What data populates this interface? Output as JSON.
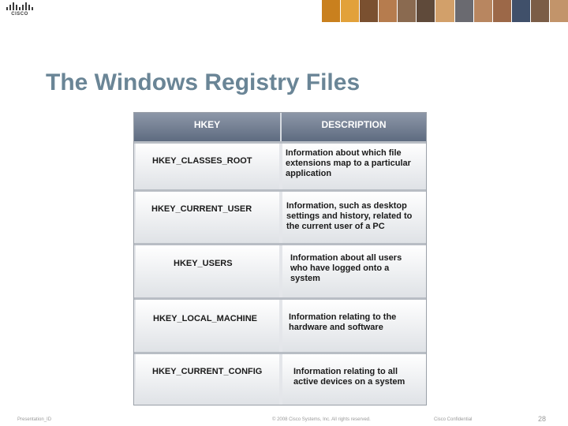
{
  "header": {
    "logo_text": "CISCO",
    "photo_strip_colors": [
      "#c9801e",
      "#e2a13a",
      "#7a5030",
      "#b67c4e",
      "#8a6a50",
      "#5f4a3a",
      "#d2a06a",
      "#6a6a70",
      "#b88660",
      "#9c6848",
      "#40506a",
      "#7b5d47",
      "#c2946a"
    ]
  },
  "slide": {
    "title": "The Windows Registry Files"
  },
  "registry_table": {
    "columns": {
      "key": "HKEY",
      "description": "DESCRIPTION"
    },
    "rows": [
      {
        "key": "HKEY_CLASSES_ROOT",
        "description": "Information about which file extensions map to a particular application"
      },
      {
        "key": "HKEY_CURRENT_USER",
        "description": "Information, such as desktop settings and history, related to the current user of a PC"
      },
      {
        "key": "HKEY_USERS",
        "description": "Information about all users who have logged onto a system"
      },
      {
        "key": "HKEY_LOCAL_MACHINE",
        "description": "Information relating to the hardware and software"
      },
      {
        "key": "HKEY_CURRENT_CONFIG",
        "description": "Information relating to all active devices on a system"
      }
    ]
  },
  "footer": {
    "presentation_id": "Presentation_ID",
    "copyright": "© 2008 Cisco Systems, Inc. All rights reserved.",
    "confidential": "Cisco Confidential",
    "page_number": "28"
  }
}
